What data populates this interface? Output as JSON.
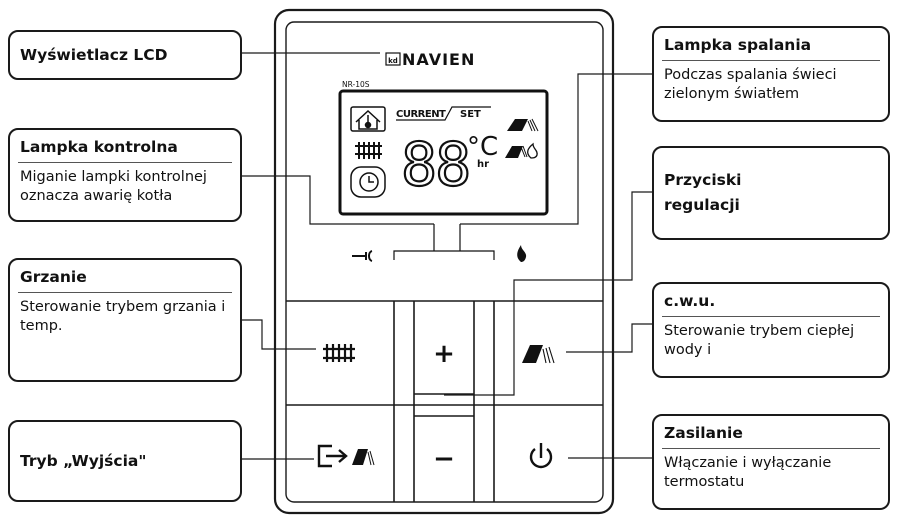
{
  "brand": "NAVIEN",
  "brand_prefix": "kd",
  "model_tag": "NR-10S",
  "lcd": {
    "current_label": "CURRENT",
    "set_label": "SET",
    "digits": "88",
    "unit": "°C",
    "hours": "hr"
  },
  "buttons": {
    "plus": "+",
    "minus": "−"
  },
  "callouts": {
    "lcd": {
      "title": "Wyświetlacz LCD"
    },
    "control": {
      "title": "Lampka kontrolna",
      "desc": "Miganie lampki kontrolnej oznacza awarię kotła"
    },
    "heating": {
      "title": "Grzanie",
      "desc": "Sterowanie trybem grzania i temp."
    },
    "exit": {
      "title": "Tryb „Wyjścia\""
    },
    "burn": {
      "title": "Lampka spalania",
      "desc": "Podczas spalania świeci zielonym światłem"
    },
    "adjust": {
      "title": "Przyciski regulacji"
    },
    "dhw": {
      "title": "c.w.u.",
      "desc": "Sterowanie trybem ciepłej wody i"
    },
    "power": {
      "title": "Zasilanie",
      "desc": "Włączanie i wyłączanie termostatu"
    }
  },
  "icons": [
    "house-thermometer-icon",
    "radiator-icon",
    "clock-icon",
    "tap-icon",
    "tap-flame-icon",
    "wrench-icon",
    "flame-icon",
    "exit-arrow-icon",
    "power-icon"
  ],
  "colors": {
    "line": "#1a1a1a",
    "lcd_border": "#111111",
    "background": "#ffffff"
  }
}
